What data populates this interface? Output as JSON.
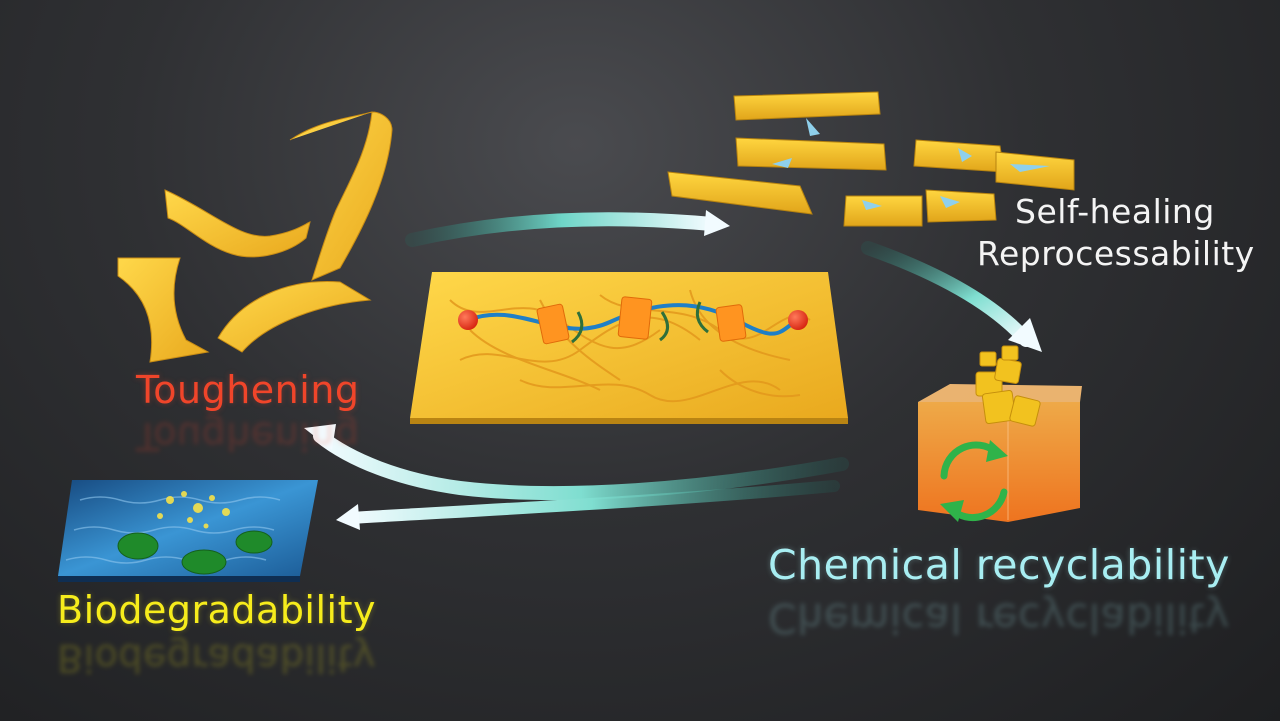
{
  "labels": {
    "toughening": "Toughening",
    "self_healing": "Self-healing",
    "reprocessability": "Reprocessability",
    "chemical_recyclability": "Chemical recyclability",
    "biodegradability": "Biodegradability"
  },
  "colors": {
    "toughening": "#f0452a",
    "self_healing": "#f4f4f4",
    "chemical_recyclability": "#a8eef2",
    "biodegradability": "#f6ec1c",
    "material_yellow": "#f3c12c",
    "arrow_cyan": "#cfeff2",
    "recycle_green": "#2fb34a",
    "water_blue": "#2e82c8"
  },
  "icons": {
    "center": "polymer-network-film",
    "toughening": "twisted-polymer-films",
    "self_healing": "broken-polymer-bars",
    "chemical_recyclability": "recycle-cube",
    "biodegradability": "water-pool-degradation"
  }
}
